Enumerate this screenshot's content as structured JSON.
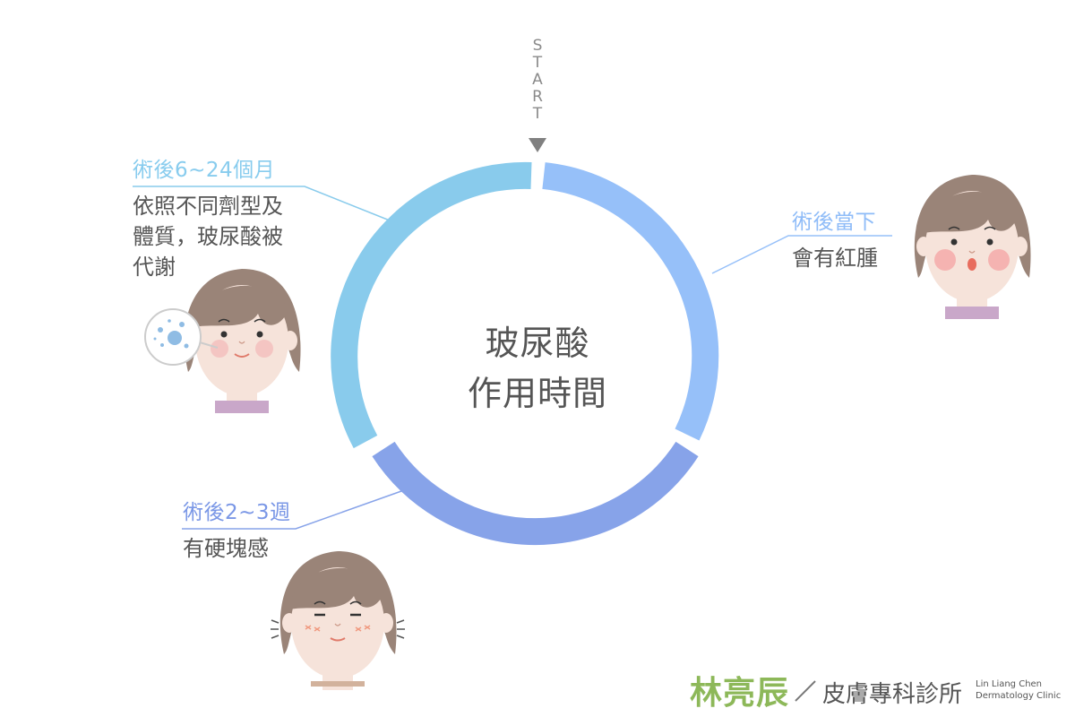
{
  "center": {
    "line1": "玻尿酸",
    "line2": "作用時間"
  },
  "start_label": "START",
  "stages": [
    {
      "label": "術後當下",
      "desc": [
        "會有紅腫"
      ],
      "color": "#8fbcf8"
    },
    {
      "label": "術後2~3週",
      "desc": [
        "有硬塊感"
      ],
      "color": "#7a97e6"
    },
    {
      "label": "術後6~24個月",
      "desc": [
        "依照不同劑型及",
        "體質，玻尿酸被",
        "代謝"
      ],
      "color": "#88ccee"
    }
  ],
  "ring_colors": {
    "segment_1": "#96c0f9",
    "segment_2": "#87a3e9",
    "segment_3": "#89cbec"
  },
  "logo": {
    "name": "林亮辰",
    "clinic": "皮膚專科診所",
    "en_line1": "Lin Liang Chen",
    "en_line2": "Dermatology Clinic",
    "name_color": "#8db859"
  },
  "icons": [
    "face-red-swelling-icon",
    "face-hard-lump-icon",
    "face-metabolized-icon",
    "molecule-icon",
    "start-arrow-icon"
  ]
}
